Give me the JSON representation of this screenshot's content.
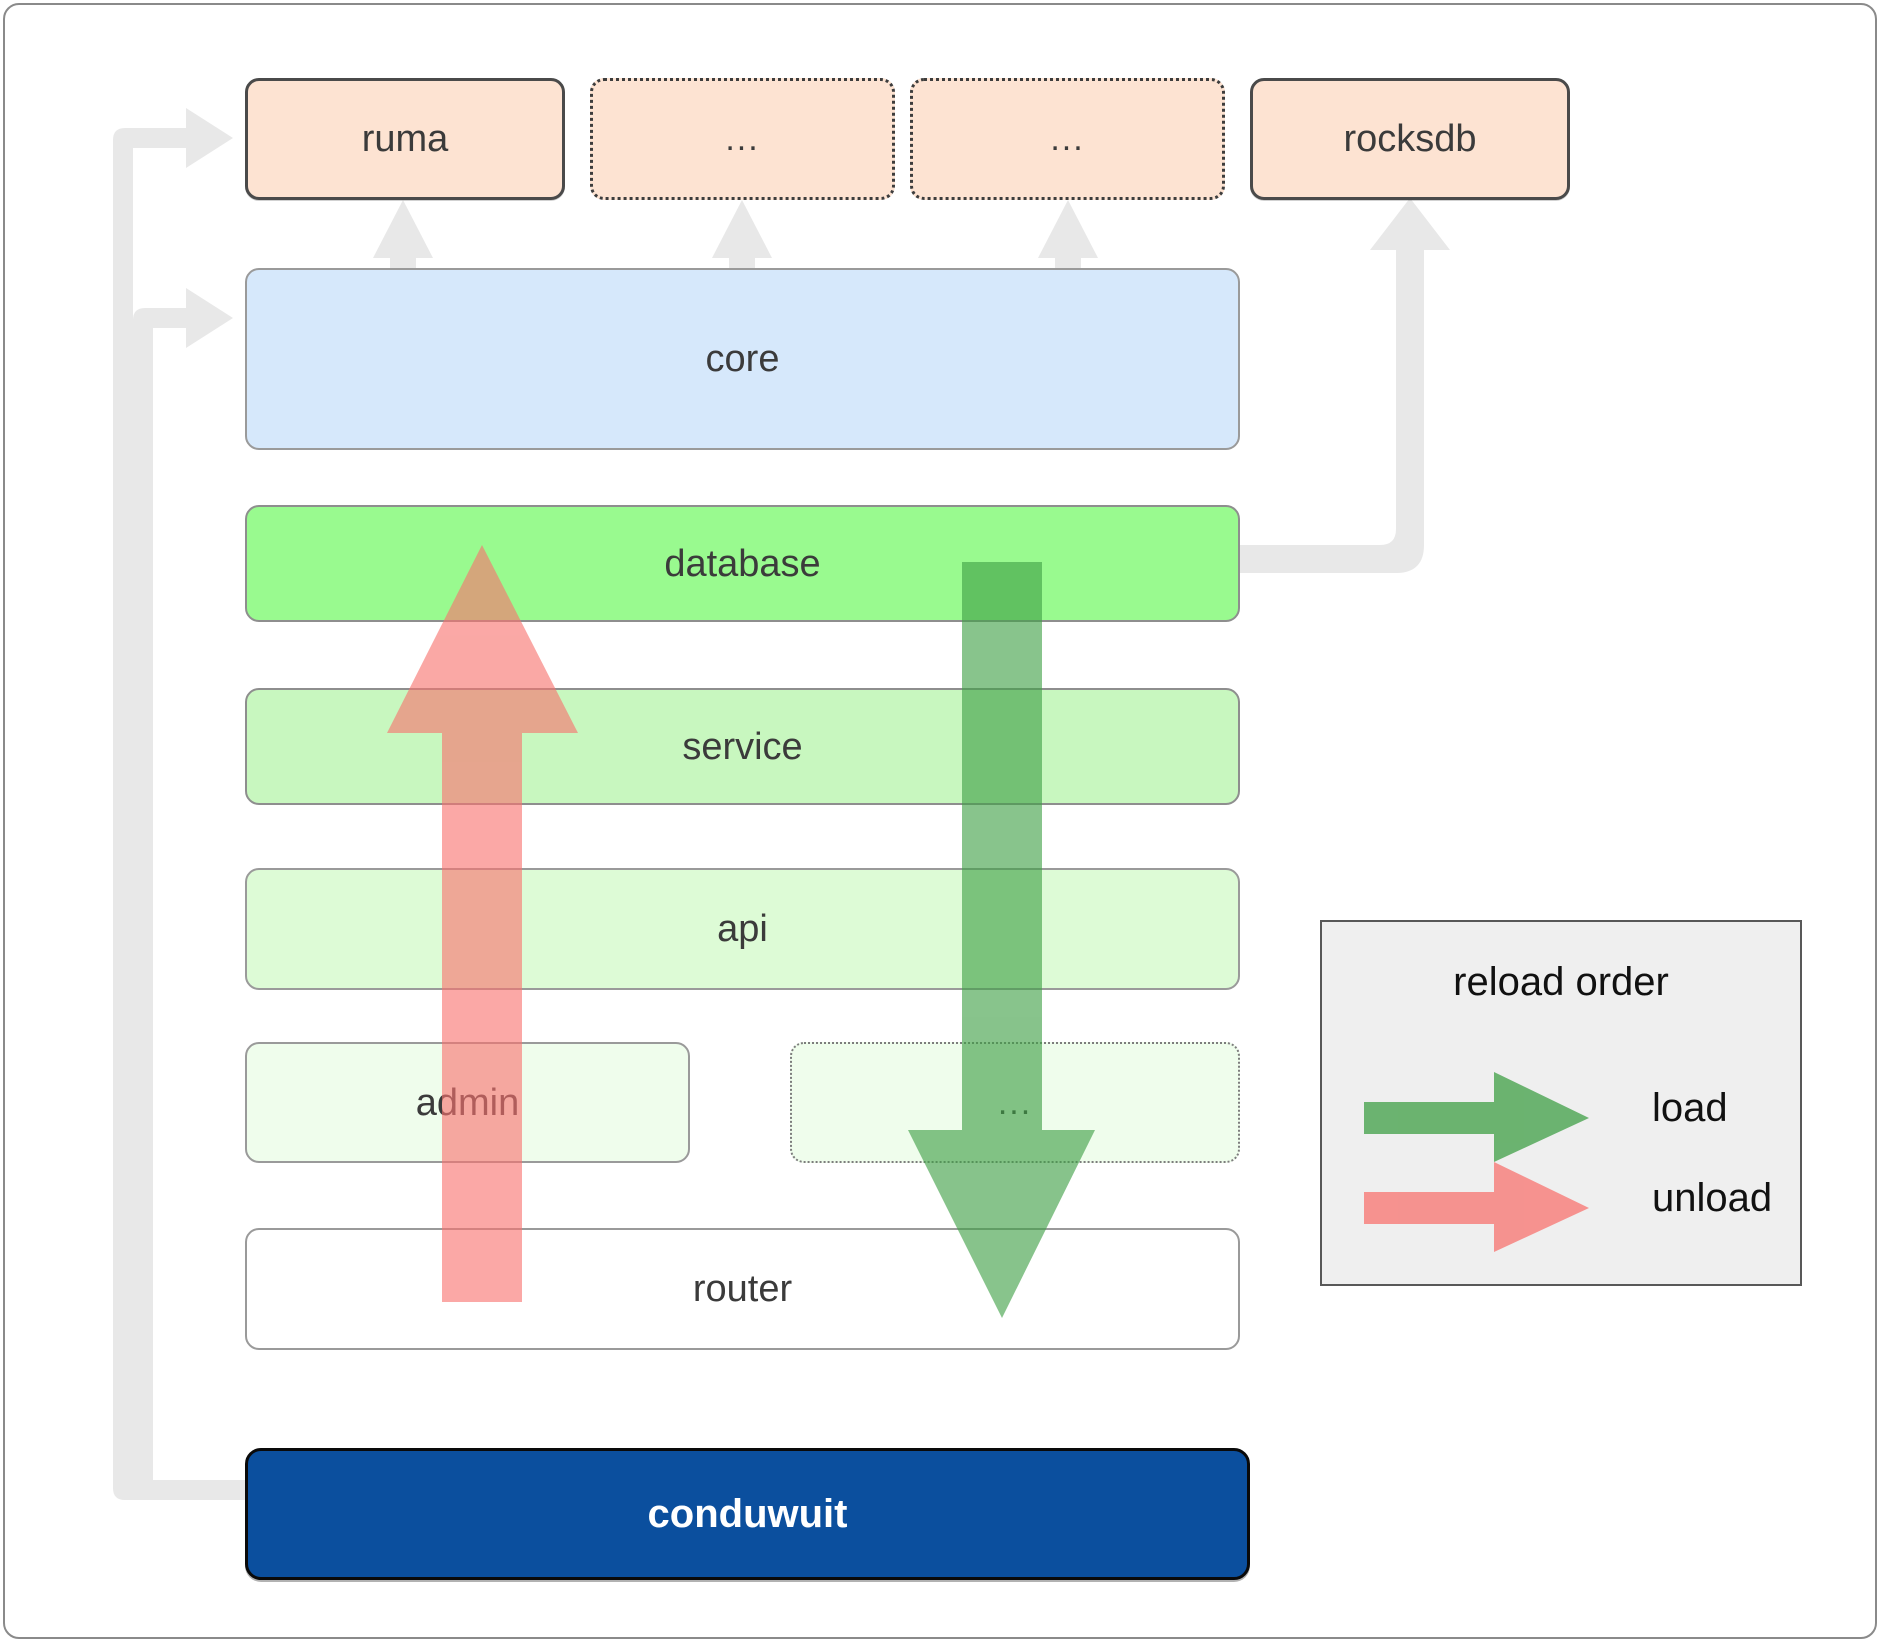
{
  "diagram": {
    "title": "conduwuit crate architecture / reload order",
    "external_layers": [
      {
        "id": "ruma",
        "label": "ruma",
        "style": "solid",
        "color": "#fde3d2"
      },
      {
        "id": "ext2",
        "label": "...",
        "style": "dotted",
        "color": "#fde3d2"
      },
      {
        "id": "ext3",
        "label": "...",
        "style": "dotted",
        "color": "#fde3d2"
      },
      {
        "id": "rocksdb",
        "label": "rocksdb",
        "style": "solid",
        "color": "#fde3d2"
      }
    ],
    "stack": [
      {
        "id": "core",
        "label": "core",
        "color": "#d6e8fb",
        "style": "solid"
      },
      {
        "id": "database",
        "label": "database",
        "color": "#99fa8f",
        "style": "solid"
      },
      {
        "id": "service",
        "label": "service",
        "color": "#c8f7bf",
        "style": "solid"
      },
      {
        "id": "api",
        "label": "api",
        "color": "#ddfbd6",
        "style": "solid"
      },
      {
        "id": "admin",
        "label": "admin",
        "color": "#effdec",
        "style": "solid"
      },
      {
        "id": "extra",
        "label": "...",
        "color": "#effdec",
        "style": "dotted"
      },
      {
        "id": "router",
        "label": "router",
        "color": "#ffffff",
        "style": "solid"
      }
    ],
    "main_binary": {
      "id": "conduwuit",
      "label": "conduwuit",
      "color": "#0b4f9e",
      "text_color": "#ffffff"
    },
    "legend": {
      "title": "reload order",
      "items": [
        {
          "id": "load",
          "label": "load",
          "color": "#4caf50",
          "direction": "down"
        },
        {
          "id": "unload",
          "label": "unload",
          "color": "#f8736f",
          "direction": "up"
        }
      ]
    },
    "flow_arrows": [
      {
        "id": "unload-arrow",
        "label": "unload",
        "color": "#f8736f",
        "direction": "up",
        "from": "router",
        "to": "database"
      },
      {
        "id": "load-arrow",
        "label": "load",
        "color": "#4caf50",
        "direction": "down",
        "from": "database",
        "to": "router"
      }
    ],
    "connectors": [
      {
        "id": "conduwuit-to-ruma",
        "from": "conduwuit",
        "to": "ruma"
      },
      {
        "id": "conduwuit-to-core",
        "from": "conduwuit",
        "to": "core"
      },
      {
        "id": "database-to-rocksdb",
        "from": "database",
        "to": "rocksdb"
      },
      {
        "id": "core-to-ruma",
        "from": "core",
        "to": "ruma"
      },
      {
        "id": "core-to-ext2",
        "from": "core",
        "to": "ext2"
      },
      {
        "id": "core-to-ext3",
        "from": "core",
        "to": "ext3"
      }
    ],
    "colors": {
      "connector_gray": "#e8e8e8",
      "frame_border": "#8a8a8a",
      "legend_bg": "#efefef",
      "legend_border": "#585858",
      "load_green": "#4caf50",
      "unload_red": "#f8736f"
    }
  }
}
